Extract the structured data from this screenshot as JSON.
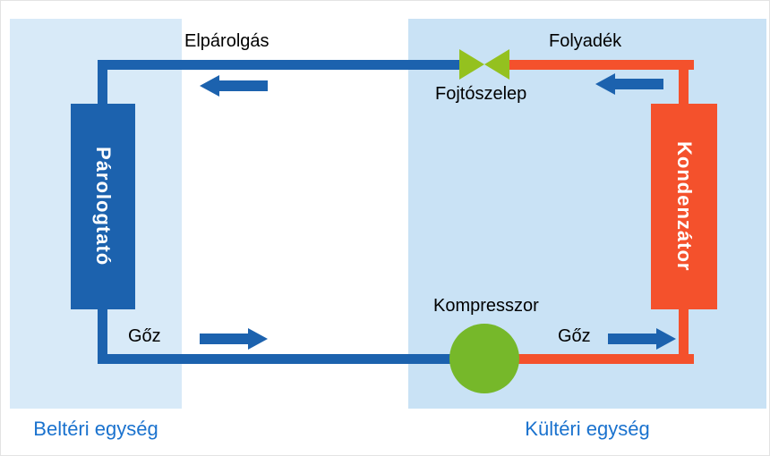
{
  "diagram": {
    "panels": {
      "indoor": {
        "caption": "Beltéri egység"
      },
      "outdoor": {
        "caption": "Kültéri egység"
      }
    },
    "components": {
      "evaporator": {
        "label": "Párologtató"
      },
      "condenser": {
        "label": "Kondenzátor"
      },
      "throttle_valve": {
        "label": "Fojtószelep"
      },
      "compressor": {
        "label": "Kompresszor"
      }
    },
    "flow_labels": {
      "evaporation": {
        "label": "Elpárolgás",
        "direction": "left"
      },
      "liquid": {
        "label": "Folyadék",
        "direction": "left"
      },
      "vapor_left": {
        "label": "Gőz",
        "direction": "right"
      },
      "vapor_right": {
        "label": "Gőz",
        "direction": "right"
      }
    },
    "colors": {
      "indoor_panel_bg": "#d8eaf8",
      "outdoor_panel_bg": "#c9e2f5",
      "cold_pipe": "#1c62ae",
      "hot_pipe": "#f4512c",
      "arrow": "#1c62ae",
      "valve_green": "#94c11f",
      "compressor_green": "#76b82a",
      "caption_blue": "#1a72ce",
      "label_text": "#000000",
      "component_text": "#ffffff"
    }
  }
}
